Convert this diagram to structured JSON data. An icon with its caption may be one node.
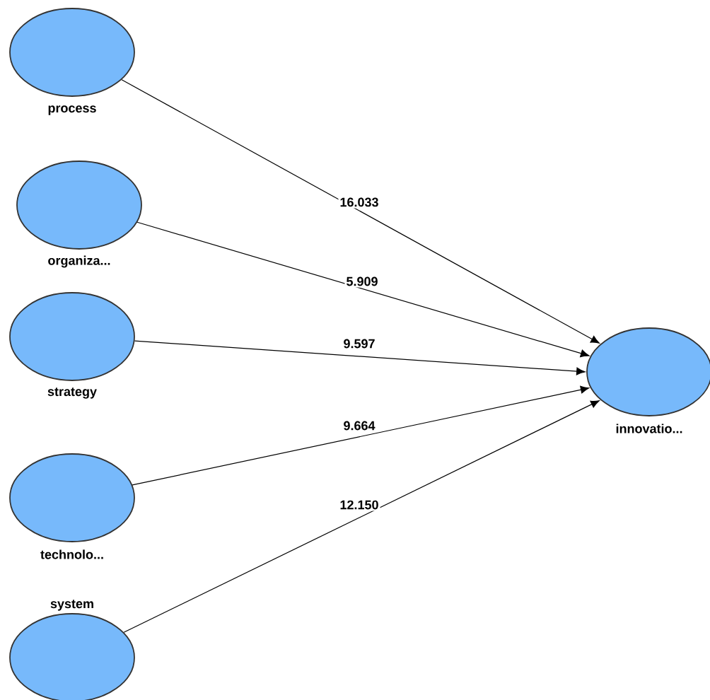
{
  "diagram": {
    "nodes": [
      {
        "text": [
          "process"
        ]
      },
      {
        "text": [
          "organiza..."
        ]
      },
      {
        "text": [
          "strategy"
        ]
      },
      {
        "text": [
          "technolo..."
        ]
      },
      {
        "text": [
          "system"
        ]
      },
      {
        "text": [
          "innovatio..."
        ]
      }
    ],
    "edges": [
      {
        "from": 0,
        "to": 5,
        "arrow": "to",
        "label": "16.033"
      },
      {
        "from": 1,
        "to": 5,
        "arrow": "to",
        "label": "5.909"
      },
      {
        "from": 2,
        "to": 5,
        "arrow": "to",
        "label": "9.597"
      },
      {
        "from": 3,
        "to": 5,
        "arrow": "to",
        "label": "9.664"
      },
      {
        "from": 4,
        "to": 5,
        "arrow": "to",
        "label": "12.150"
      }
    ]
  }
}
